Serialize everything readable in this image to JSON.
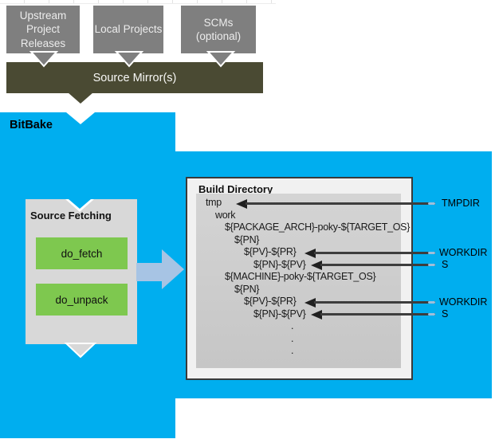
{
  "colors": {
    "bitbake_blue": "#00aeef",
    "mirror_olive": "#4a4a33",
    "source_box_gray": "#7f7f7f",
    "task_green": "#7ec84f",
    "flow_arrow_blue": "#a7c4e4"
  },
  "upstream_boxes": [
    {
      "label": "Upstream Project Releases"
    },
    {
      "label": "Local Projects"
    },
    {
      "label": "SCMs (optional)"
    }
  ],
  "source_mirror": {
    "label": "Source Mirror(s)"
  },
  "bitbake": {
    "label": "BitBake"
  },
  "source_fetching": {
    "title": "Source Fetching",
    "tasks": [
      {
        "label": "do_fetch"
      },
      {
        "label": "do_unpack"
      }
    ]
  },
  "build_directory": {
    "title": "Build Directory",
    "tree": [
      {
        "text": "tmp"
      },
      {
        "text": "work"
      },
      {
        "text": "${PACKAGE_ARCH}-poky-${TARGET_OS}"
      },
      {
        "text": "${PN}"
      },
      {
        "text": "${PV}-${PR}"
      },
      {
        "text": "${PN}-${PV}"
      },
      {
        "text": "${MACHINE}-poky-${TARGET_OS}"
      },
      {
        "text": "${PN}"
      },
      {
        "text": "${PV}-${PR}"
      },
      {
        "text": "${PN}-${PV}"
      },
      {
        "text": "."
      },
      {
        "text": "."
      },
      {
        "text": "."
      }
    ]
  },
  "pointers": [
    {
      "label": "TMPDIR"
    },
    {
      "label": "WORKDIR"
    },
    {
      "label": "S"
    },
    {
      "label": "WORKDIR"
    },
    {
      "label": "S"
    }
  ]
}
